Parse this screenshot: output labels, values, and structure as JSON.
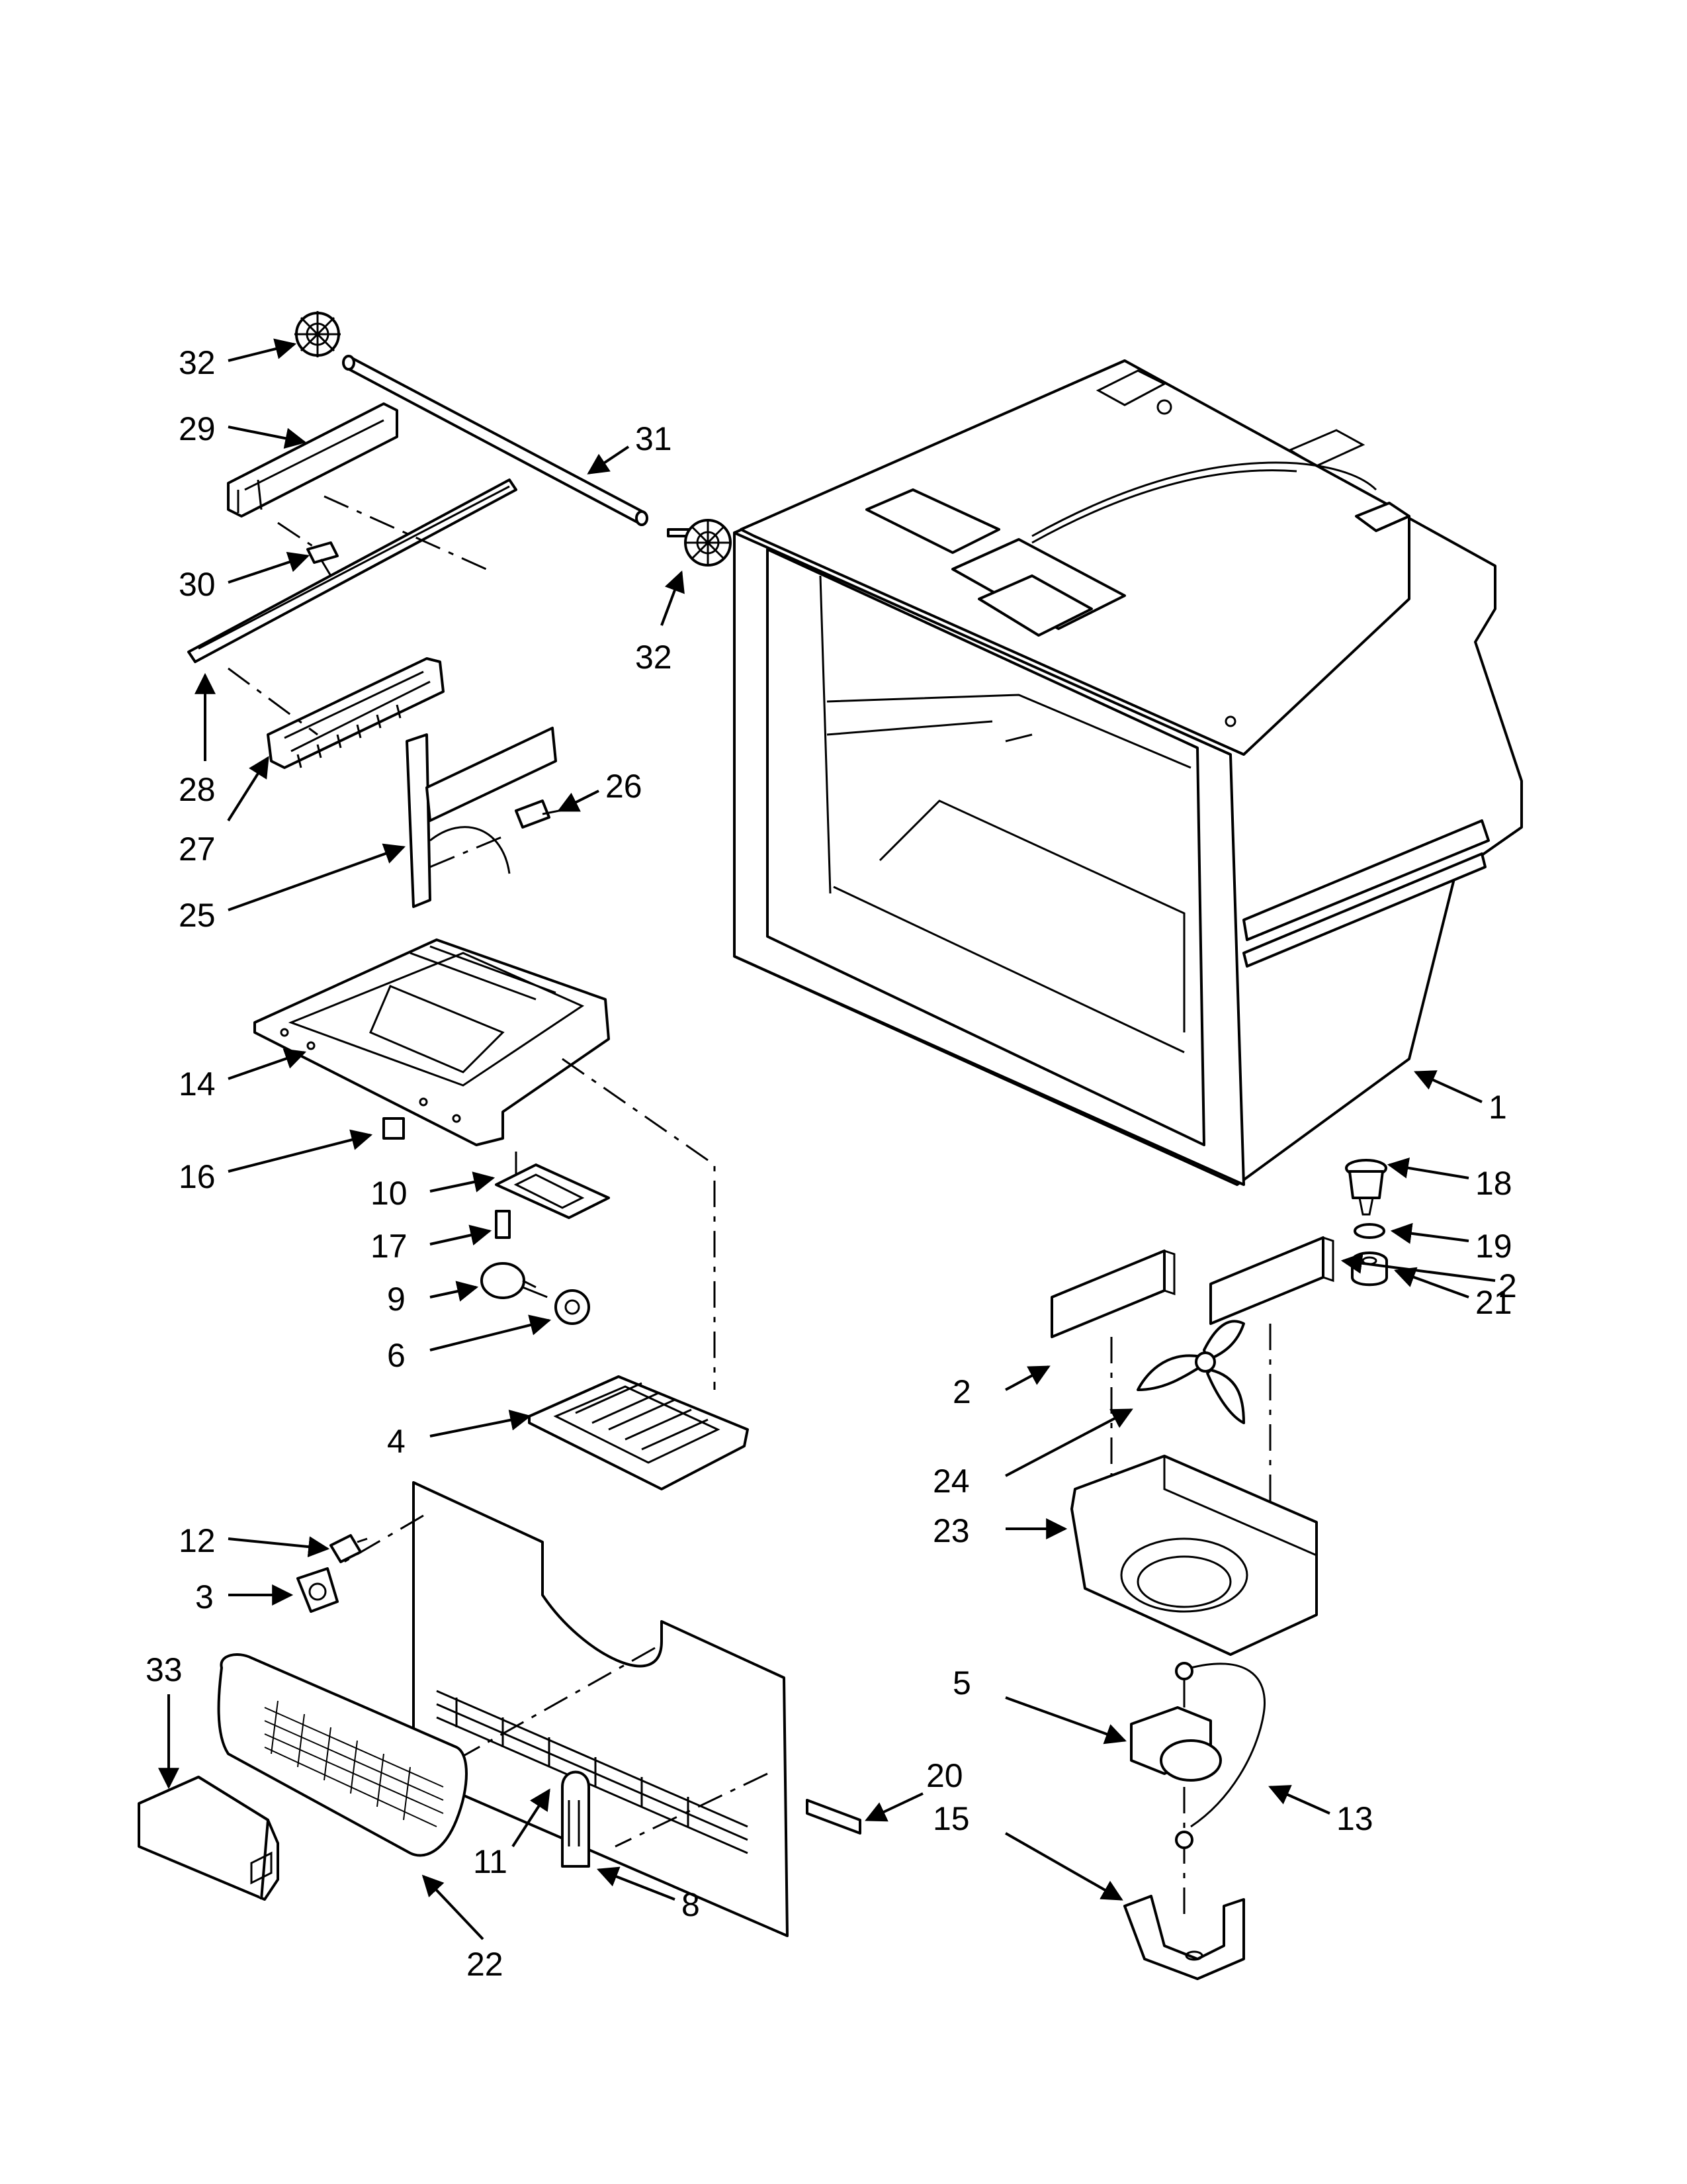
{
  "diagram": {
    "callouts": [
      {
        "id": "c32a",
        "label": "32"
      },
      {
        "id": "c29",
        "label": "29"
      },
      {
        "id": "c31",
        "label": "31"
      },
      {
        "id": "c30",
        "label": "30"
      },
      {
        "id": "c32b",
        "label": "32"
      },
      {
        "id": "c28",
        "label": "28"
      },
      {
        "id": "c27",
        "label": "27"
      },
      {
        "id": "c26",
        "label": "26"
      },
      {
        "id": "c25",
        "label": "25"
      },
      {
        "id": "c14",
        "label": "14"
      },
      {
        "id": "c16",
        "label": "16"
      },
      {
        "id": "c10",
        "label": "10"
      },
      {
        "id": "c17",
        "label": "17"
      },
      {
        "id": "c9",
        "label": "9"
      },
      {
        "id": "c6",
        "label": "6"
      },
      {
        "id": "c4",
        "label": "4"
      },
      {
        "id": "c12",
        "label": "12"
      },
      {
        "id": "c3",
        "label": "3"
      },
      {
        "id": "c33",
        "label": "33"
      },
      {
        "id": "c11",
        "label": "11"
      },
      {
        "id": "c22",
        "label": "22"
      },
      {
        "id": "c8",
        "label": "8"
      },
      {
        "id": "c20",
        "label": "20"
      },
      {
        "id": "c1",
        "label": "1"
      },
      {
        "id": "c18",
        "label": "18"
      },
      {
        "id": "c19",
        "label": "19"
      },
      {
        "id": "c21",
        "label": "21"
      },
      {
        "id": "c2a",
        "label": "2"
      },
      {
        "id": "c2b",
        "label": "2"
      },
      {
        "id": "c24",
        "label": "24"
      },
      {
        "id": "c23",
        "label": "23"
      },
      {
        "id": "c5",
        "label": "5"
      },
      {
        "id": "c13",
        "label": "13"
      },
      {
        "id": "c15",
        "label": "15"
      }
    ]
  }
}
